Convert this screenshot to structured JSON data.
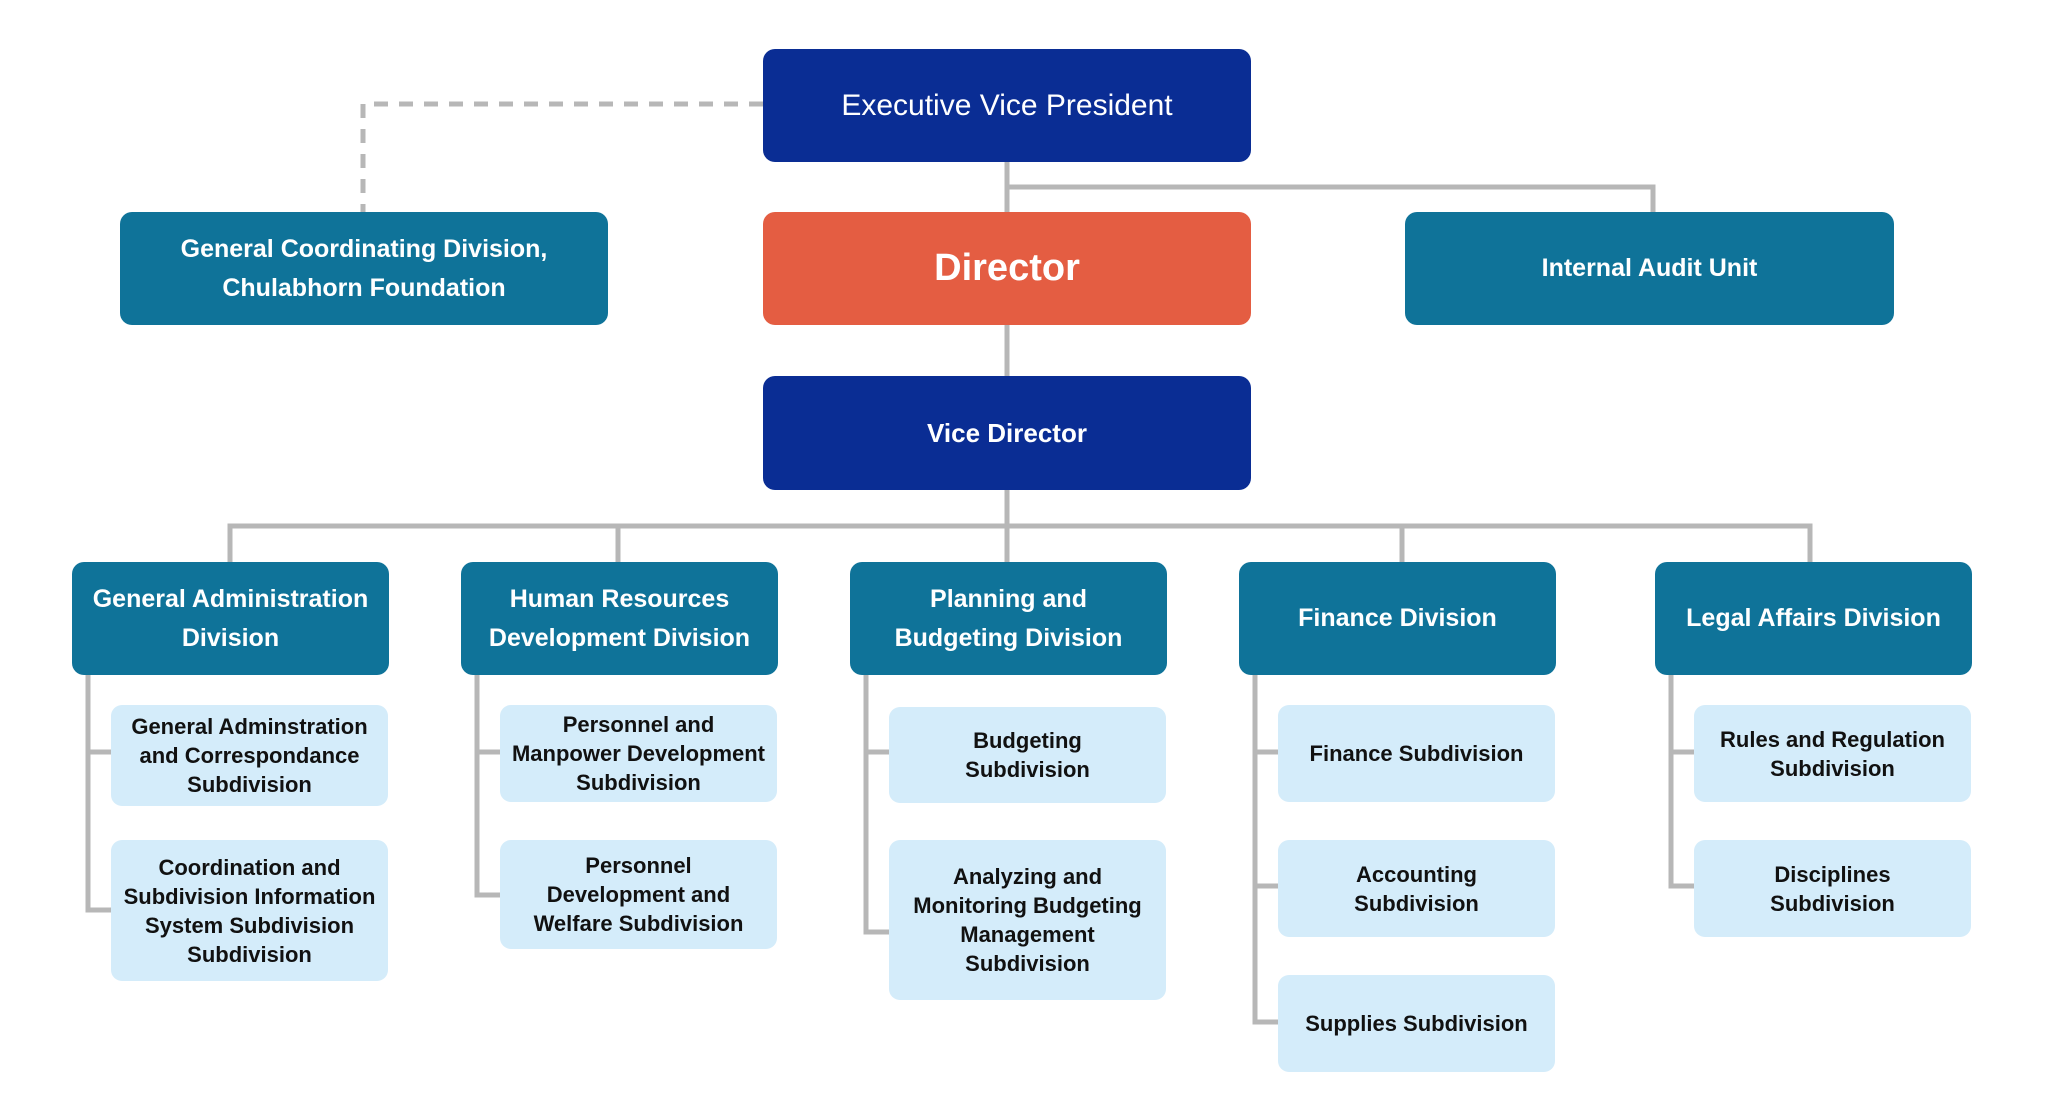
{
  "colors": {
    "navy": "#0a2d94",
    "teal": "#0f7399",
    "director": "#e45d42",
    "light": "#d4ecfa",
    "connector": "#b7b7b7"
  },
  "top": {
    "evp": "Executive Vice President",
    "director": "Director",
    "vice_director": "Vice Director",
    "coordinating": "General Coordinating Division,\nChulabhorn Foundation",
    "audit": "Internal Audit Unit"
  },
  "divisions": [
    {
      "name": "General Administration\nDivision",
      "subdivisions": [
        "General Adminstration\nand Correspondance\nSubdivision",
        "Coordination and\nSubdivision Information\nSystem Subdivision\nSubdivision"
      ]
    },
    {
      "name": "Human Resources\nDevelopment Division",
      "subdivisions": [
        "Personnel and\nManpower Development\nSubdivision",
        "Personnel\nDevelopment and\nWelfare Subdivision"
      ]
    },
    {
      "name": "Planning and\nBudgeting Division",
      "subdivisions": [
        "Budgeting\nSubdivision",
        "Analyzing and\nMonitoring Budgeting\nManagement\nSubdivision"
      ]
    },
    {
      "name": "Finance Division",
      "subdivisions": [
        "Finance Subdivision",
        "Accounting\nSubdivision",
        "Supplies Subdivision"
      ]
    },
    {
      "name": "Legal Affairs Division",
      "subdivisions": [
        "Rules and Regulation\nSubdivision",
        "Disciplines\nSubdivision"
      ]
    }
  ]
}
